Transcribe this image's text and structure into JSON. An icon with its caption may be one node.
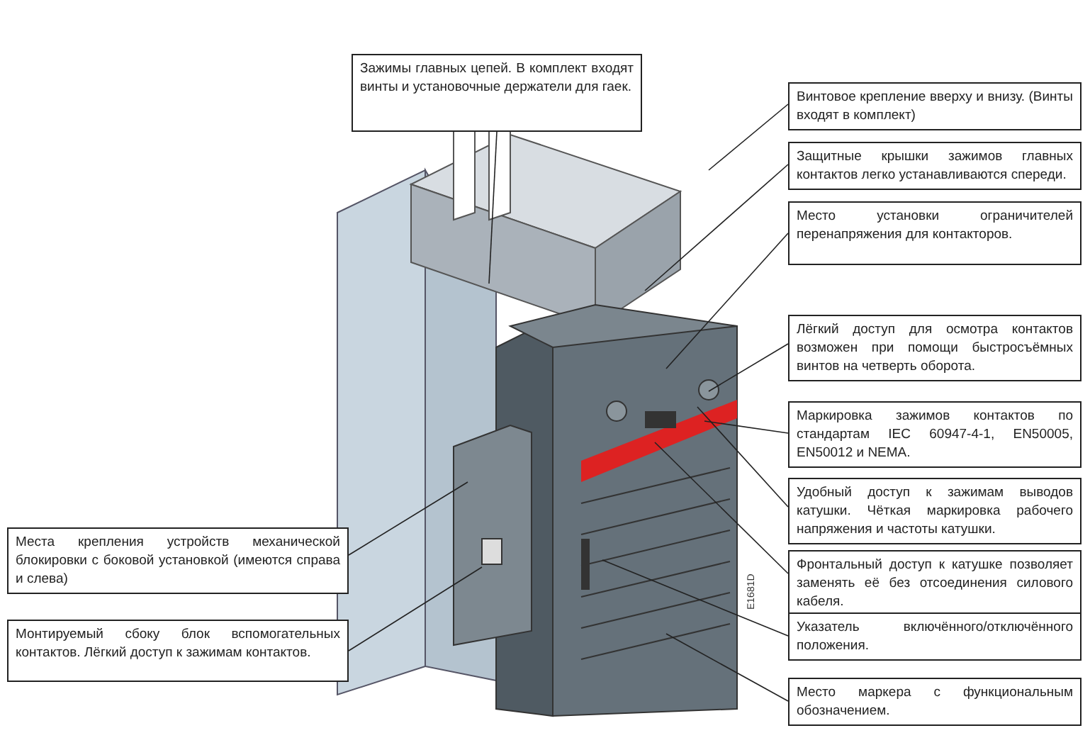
{
  "diagram": {
    "nodes": [
      {
        "text": [
          "Зажимы главных цепей. В комплект входят винты и установочные держатели для гаек."
        ]
      },
      {
        "text": [
          "Винтовое крепление вверху и внизу. (Винты входят в комплект)"
        ]
      },
      {
        "text": [
          "Защитные крышки зажимов главных контактов легко устанавливаются спереди."
        ]
      },
      {
        "text": [
          "Место установки ограничителей перенапряжения для контакторов."
        ]
      },
      {
        "text": [
          "Лёгкий доступ для осмотра контактов возможен при помощи быстросъёмных винтов на четверть оборота."
        ]
      },
      {
        "text": [
          "Маркировка зажимов контактов по стандартам IEC 60947-4-1, EN50005, EN50012 и NEMA."
        ]
      },
      {
        "text": [
          "Удобный доступ к зажимам выводов катушки. Чёткая маркировка рабочего напряжения и частоты катушки."
        ]
      },
      {
        "text": [
          "Фронтальный доступ к катушке позволяет заменять её без отсоединения силового кабеля."
        ]
      },
      {
        "text": [
          "Указатель включённого/отключённого положения."
        ]
      },
      {
        "text": [
          "Место маркера с функциональным обозначением."
        ]
      },
      {
        "text": [
          "Места крепления устройств механической блокировки с боковой установкой (имеются справа и слева)"
        ]
      },
      {
        "text": [
          "Монтируемый сбоку блок вспомогательных контактов. Лёгкий доступ к зажимам контактов."
        ]
      }
    ],
    "edges": [
      {
        "from": 0,
        "to": null,
        "arrow": "none"
      },
      {
        "from": 1,
        "to": null,
        "arrow": "none"
      },
      {
        "from": 2,
        "to": null,
        "arrow": "none"
      },
      {
        "from": 3,
        "to": null,
        "arrow": "none"
      },
      {
        "from": 4,
        "to": null,
        "arrow": "none"
      },
      {
        "from": 5,
        "to": null,
        "arrow": "none"
      },
      {
        "from": 6,
        "to": null,
        "arrow": "none"
      },
      {
        "from": 7,
        "to": null,
        "arrow": "none"
      },
      {
        "from": 8,
        "to": null,
        "arrow": "none"
      },
      {
        "from": 9,
        "to": null,
        "arrow": "none"
      },
      {
        "from": 10,
        "to": null,
        "arrow": "none"
      },
      {
        "from": 11,
        "to": null,
        "arrow": "none"
      }
    ],
    "labels": [
      "E1681D"
    ]
  }
}
